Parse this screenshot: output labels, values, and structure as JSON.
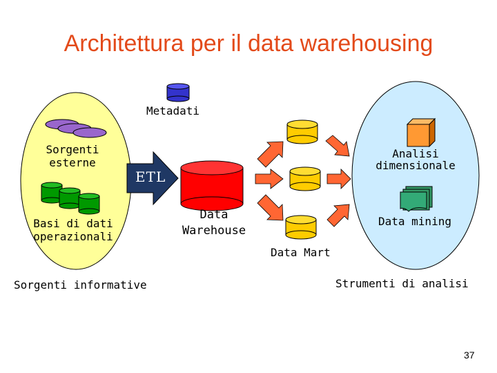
{
  "title": "Architettura per il data warehousing",
  "labels": {
    "metadati": "Metadati",
    "sorgenti_esterne_1": "Sorgenti",
    "sorgenti_esterne_2": "esterne",
    "basi_dati_1": "Basi di dati",
    "basi_dati_2": "operazionali",
    "etl": "ETL",
    "dw_1": "Data",
    "dw_2": "Warehouse",
    "data_mart": "Data Mart",
    "analisi_1": "Analisi",
    "analisi_2": "dimensionale",
    "data_mining": "Data mining",
    "sorgenti_informative": "Sorgenti informative",
    "strumenti_analisi": "Strumenti di analisi"
  },
  "page_number": "37",
  "colors": {
    "title": "#e34a1a",
    "left_ellipse": "#ffff99",
    "right_ellipse": "#ccecff",
    "data_warehouse": "#ff0000",
    "data_mart": "#ffcc00",
    "etl_arrow": "#1f3864",
    "flow_arrows": "#ff6633",
    "metadata_db": "#3333cc",
    "operational_db": "#009900",
    "external_sources": "#9966cc",
    "olap_cube": "#ff9933",
    "mining_docs": "#339966"
  }
}
